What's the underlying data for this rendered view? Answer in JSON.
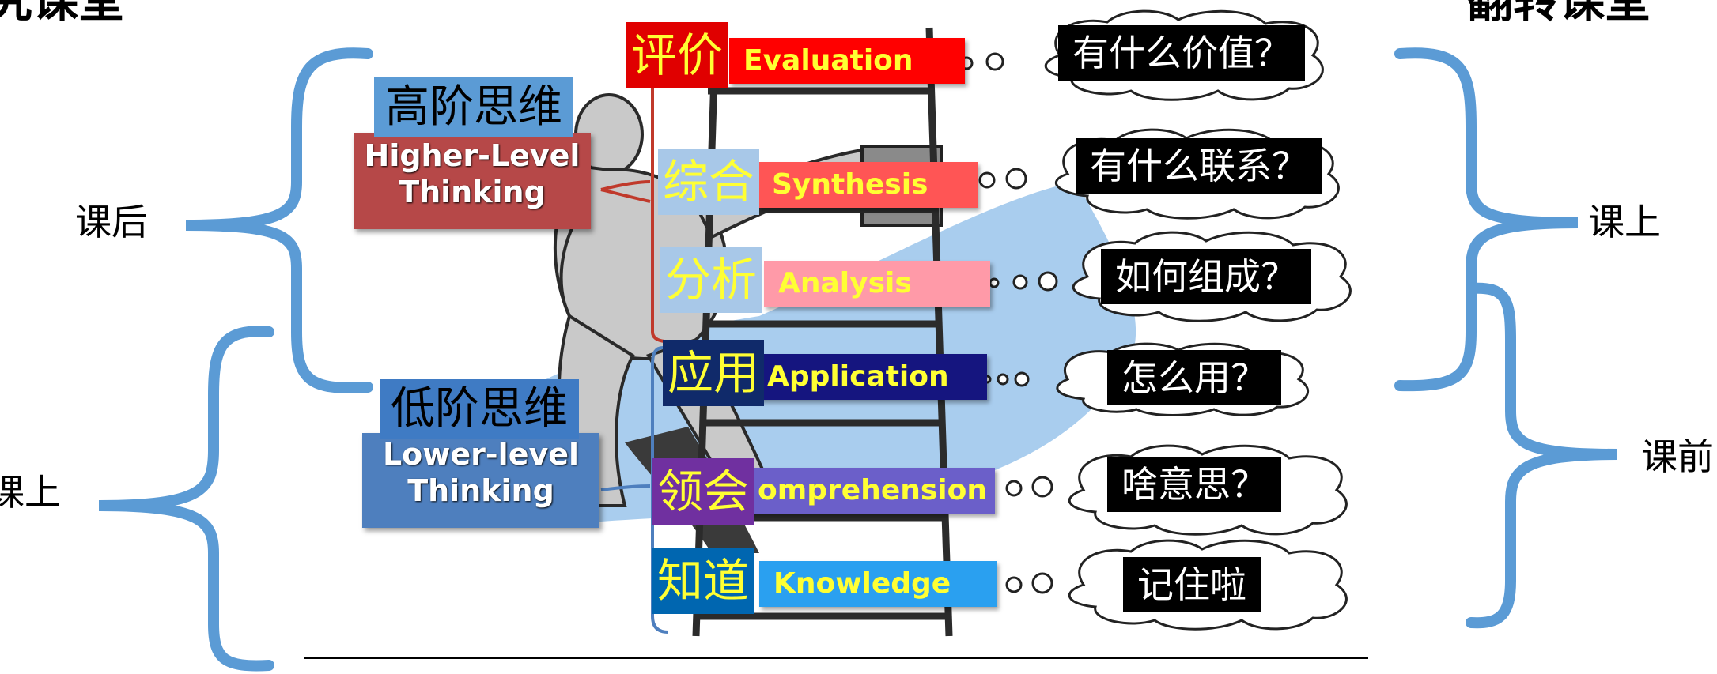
{
  "corner_left": "研究课堂",
  "corner_right": "翻转课堂",
  "side_labels": {
    "left_top": "课后",
    "left_bottom": "课上",
    "right_top": "课上",
    "right_bottom": "课前"
  },
  "higher": {
    "cn": "高阶思维",
    "en_line1": "Higher-Level",
    "en_line2": "Thinking"
  },
  "lower": {
    "cn": "低阶思维",
    "en_line1": "Lower-level",
    "en_line2": "Thinking"
  },
  "levels": [
    {
      "cn": "评价",
      "en": "Evaluation",
      "question": "有什么价值？"
    },
    {
      "cn": "综合",
      "en": "Synthesis",
      "question": "有什么联系？"
    },
    {
      "cn": "分析",
      "en": "Analysis",
      "question": "如何组成？"
    },
    {
      "cn": "应用",
      "en": "Application",
      "question": "怎么用？"
    },
    {
      "cn": "领会",
      "en": "omprehension",
      "question": "啥意思？"
    },
    {
      "cn": "知道",
      "en": "Knowledge",
      "question": "记住啦"
    }
  ],
  "colors": {
    "bracket": "#5b9bd5",
    "evaluation": "#ff0000",
    "synthesis": "#ff5555",
    "analysis": "#ff9aa8",
    "application": "#15157f",
    "comprehension": "#6b5fc9",
    "knowledge": "#2aa0f0",
    "higher_box": "#b64848",
    "lower_box": "#4e7fbe",
    "label_fill": "#5b9bd5"
  }
}
